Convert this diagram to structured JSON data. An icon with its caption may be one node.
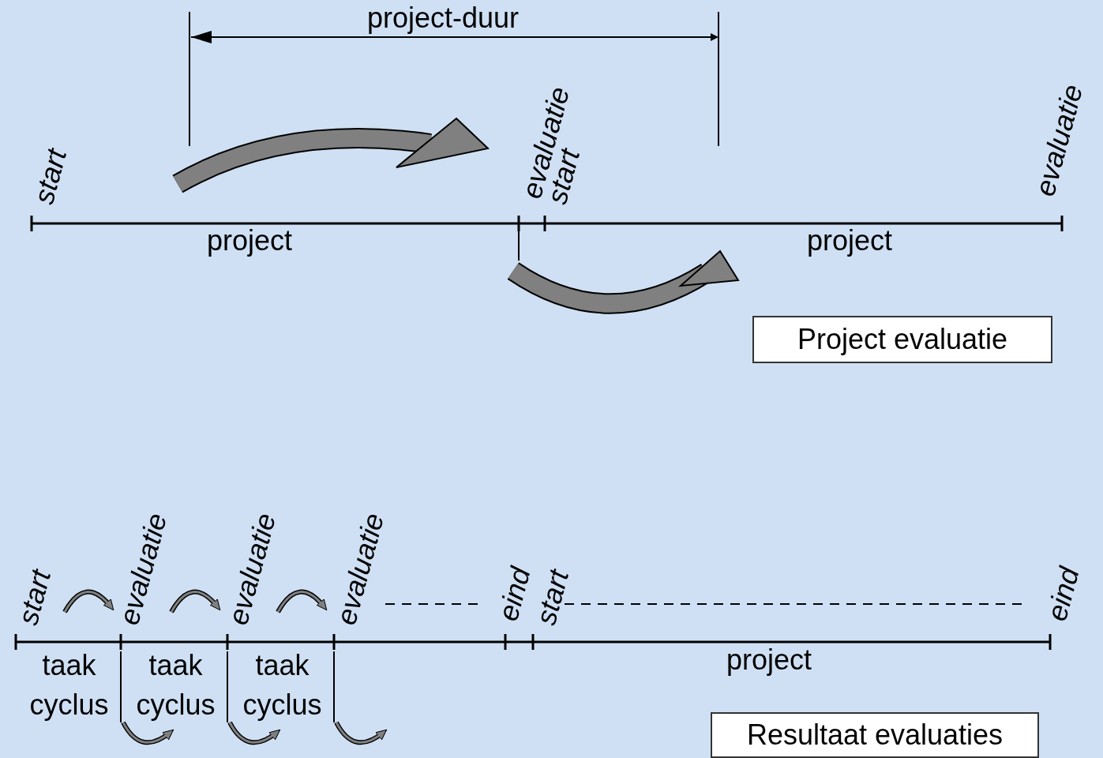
{
  "diagram": {
    "nodes": [
      {
        "text": [
          "Project evaluatie"
        ]
      },
      {
        "text": [
          "Resultaat evaluaties"
        ]
      }
    ],
    "labels": [
      "project-duur",
      "start",
      "evaluatie",
      "start",
      "evaluatie",
      "project",
      "project",
      "start",
      "evaluatie",
      "evaluatie",
      "evaluatie",
      "eind",
      "start",
      "eind",
      "taak cyclus",
      "taak cyclus",
      "taak cyclus",
      "project"
    ]
  }
}
